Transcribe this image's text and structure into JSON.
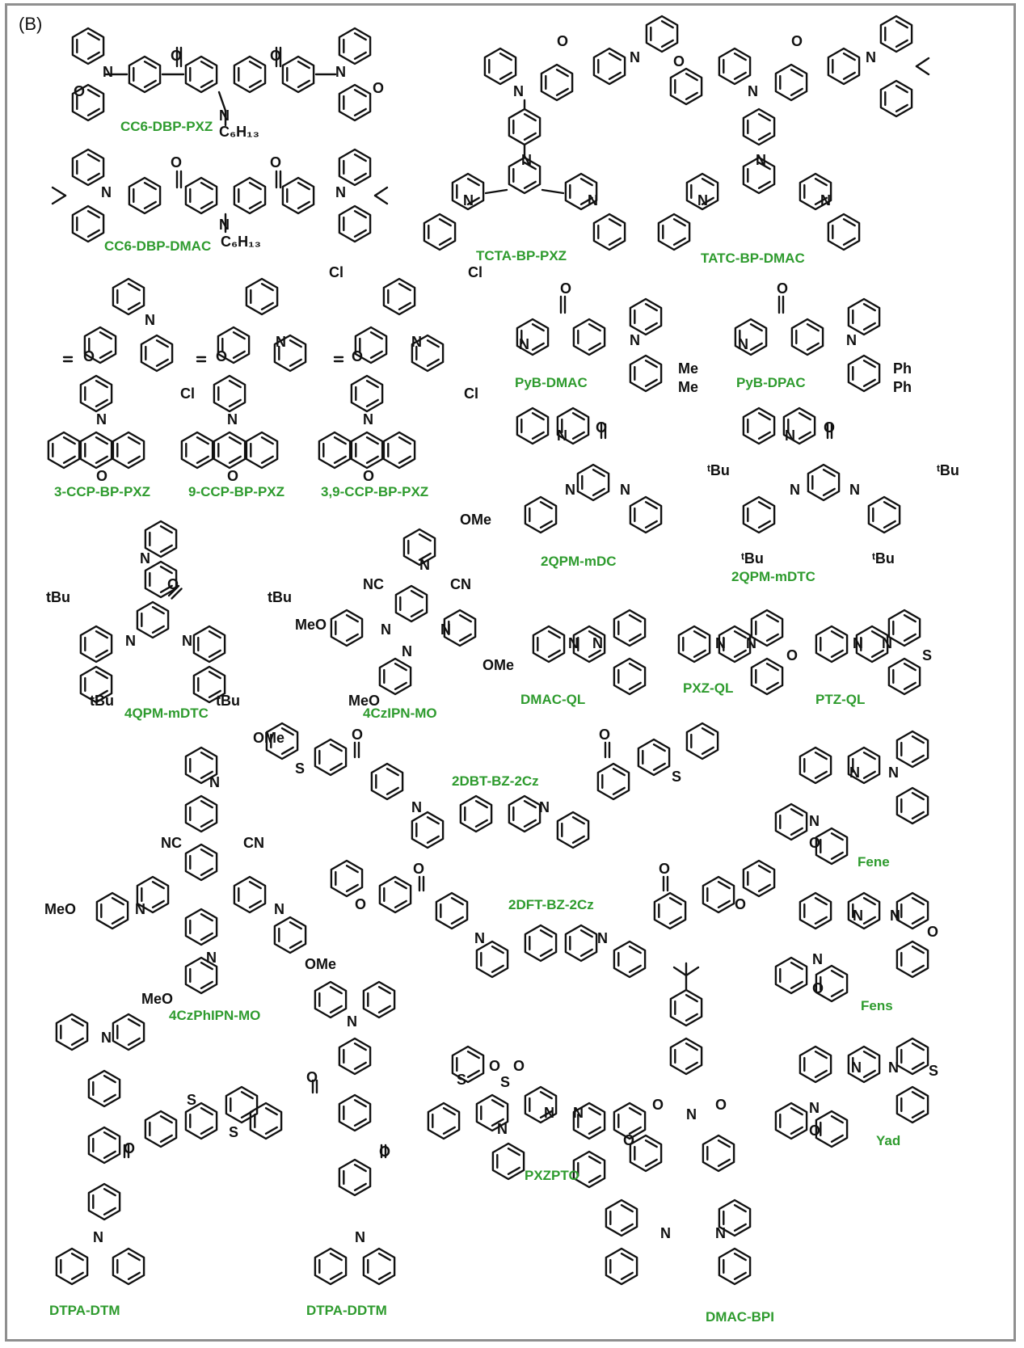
{
  "panel_label": "(B)",
  "names": {
    "cc6_dbp_pxz": "CC6-DBP-PXZ",
    "cc6_dbp_dmac": "CC6-DBP-DMAC",
    "tcta_bp_pxz": "TCTA-BP-PXZ",
    "tatc_bp_dmac": "TATC-BP-DMAC",
    "ccp3": "3-CCP-BP-PXZ",
    "ccp9": "9-CCP-BP-PXZ",
    "ccp39": "3,9-CCP-BP-PXZ",
    "pyb_dmac": "PyB-DMAC",
    "pyb_dpac": "PyB-DPAC",
    "qpm_mdc": "2QPM-mDC",
    "qpm_mdtc2": "2QPM-mDTC",
    "qpm_mdtc4": "4QPM-mDTC",
    "czipn_mo": "4CzIPN-MO",
    "dmac_ql": "DMAC-QL",
    "pxz_ql": "PXZ-QL",
    "ptz_ql": "PTZ-QL",
    "dbt_bz": "2DBT-BZ-2Cz",
    "dft_bz": "2DFT-BZ-2Cz",
    "fene": "Fene",
    "fens": "Fens",
    "czphipn_mo": "4CzPhIPN-MO",
    "dtpa_dtm": "DTPA-DTM",
    "dtpa_ddtm": "DTPA-DDTM",
    "pxzpto": "PXZPTO",
    "dmac_bpi": "DMAC-BPI",
    "yad": "Yad"
  },
  "atoms": {
    "N": "N",
    "O": "O",
    "S": "S",
    "Cl": "Cl",
    "C6H13": "C₆H₁₃",
    "Me": "Me",
    "Ph": "Ph",
    "tBu": "tBu",
    "tBu_sup": "ᵗBu",
    "NC": "NC",
    "CN": "CN",
    "OMe": "OMe",
    "MeO": "MeO"
  },
  "colors": {
    "label": "#2e9b2e",
    "bond": "#111111",
    "frame": "#8f8f8f"
  }
}
